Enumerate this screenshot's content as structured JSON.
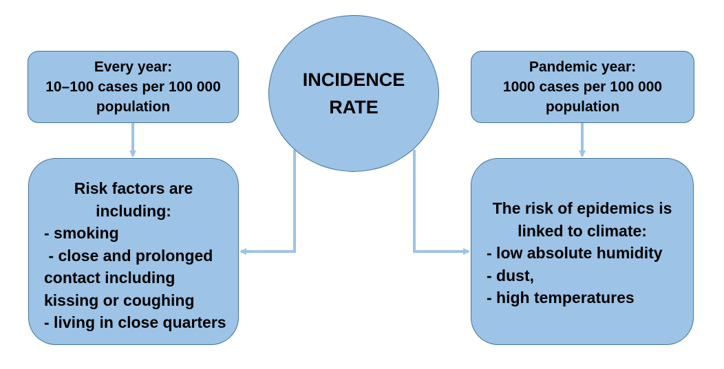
{
  "center": {
    "lines": [
      "INCIDENCE",
      "RATE"
    ]
  },
  "left_top": {
    "lines": [
      "Every year:",
      "10–100 cases per 100 000",
      "population"
    ]
  },
  "right_top": {
    "lines": [
      "Pandemic year:",
      "1000 cases per 100 000",
      "population"
    ]
  },
  "left_bottom": {
    "lines": [
      "Risk factors are",
      "including:",
      "- smoking",
      " - close and prolonged",
      "contact including",
      "kissing or coughing",
      "- living in close quarters"
    ]
  },
  "right_bottom": {
    "lines": [
      "The risk of epidemics is",
      "linked to climate:",
      "- low absolute humidity",
      "- dust,",
      "- high temperatures"
    ]
  },
  "colors": {
    "fill": "#9dc3e6",
    "stroke": "#41719c",
    "connector": "#9dc3e6"
  }
}
